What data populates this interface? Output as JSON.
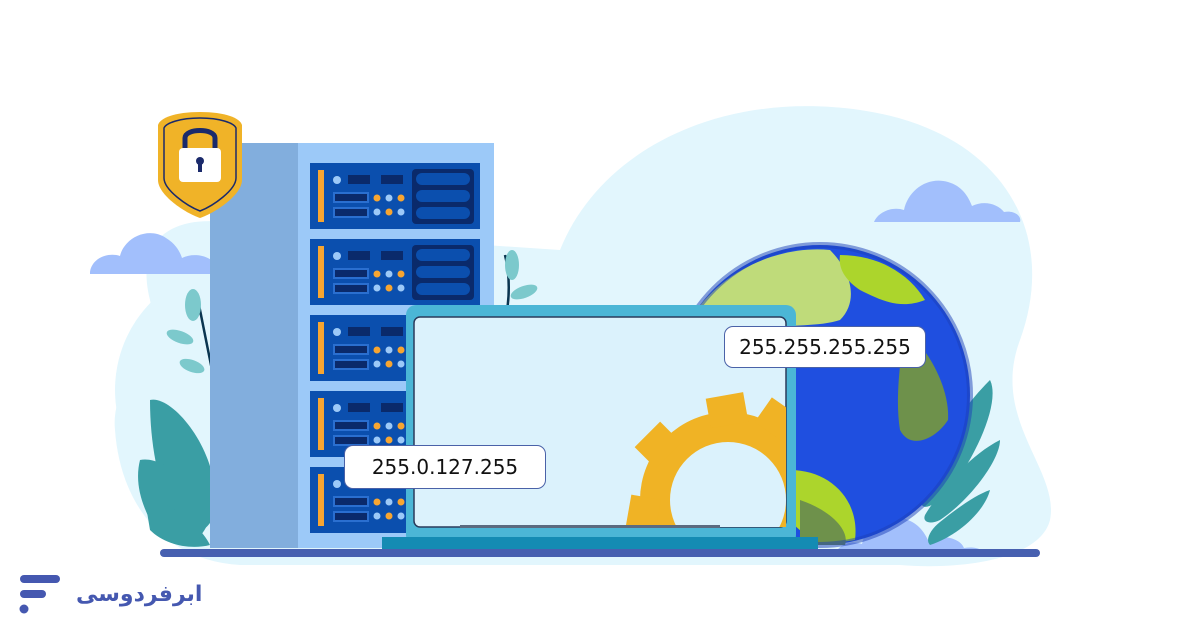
{
  "illustration": {
    "subject": "server-laptop-globe-network",
    "ip_labels": [
      {
        "text": "255.255.255.255"
      },
      {
        "text": "255.0.127.255"
      }
    ]
  },
  "brand": {
    "name": "ابرفردوسی",
    "logo_icon": "stacked-bars-logo-icon"
  },
  "colors": {
    "background_blob": "#e2f6fd",
    "server_front": "#9cc9f8",
    "server_side": "#82aedd",
    "server_unit": "#0b4fae",
    "server_dark": "#0a2a6b",
    "accent_orange": "#f7a531",
    "shield_yellow": "#f0b328",
    "laptop_frame": "#4bb6d6",
    "laptop_screen": "#dbf2fc",
    "gear": "#f0b325",
    "globe_ocean": "#1f4fe0",
    "globe_land_light": "#acd52c",
    "globe_land_dark": "#6e914b",
    "cloud": "#a2bffc",
    "leaf": "#3a9ea4",
    "ground_line": "#4760b0",
    "brand": "#4558b0"
  }
}
